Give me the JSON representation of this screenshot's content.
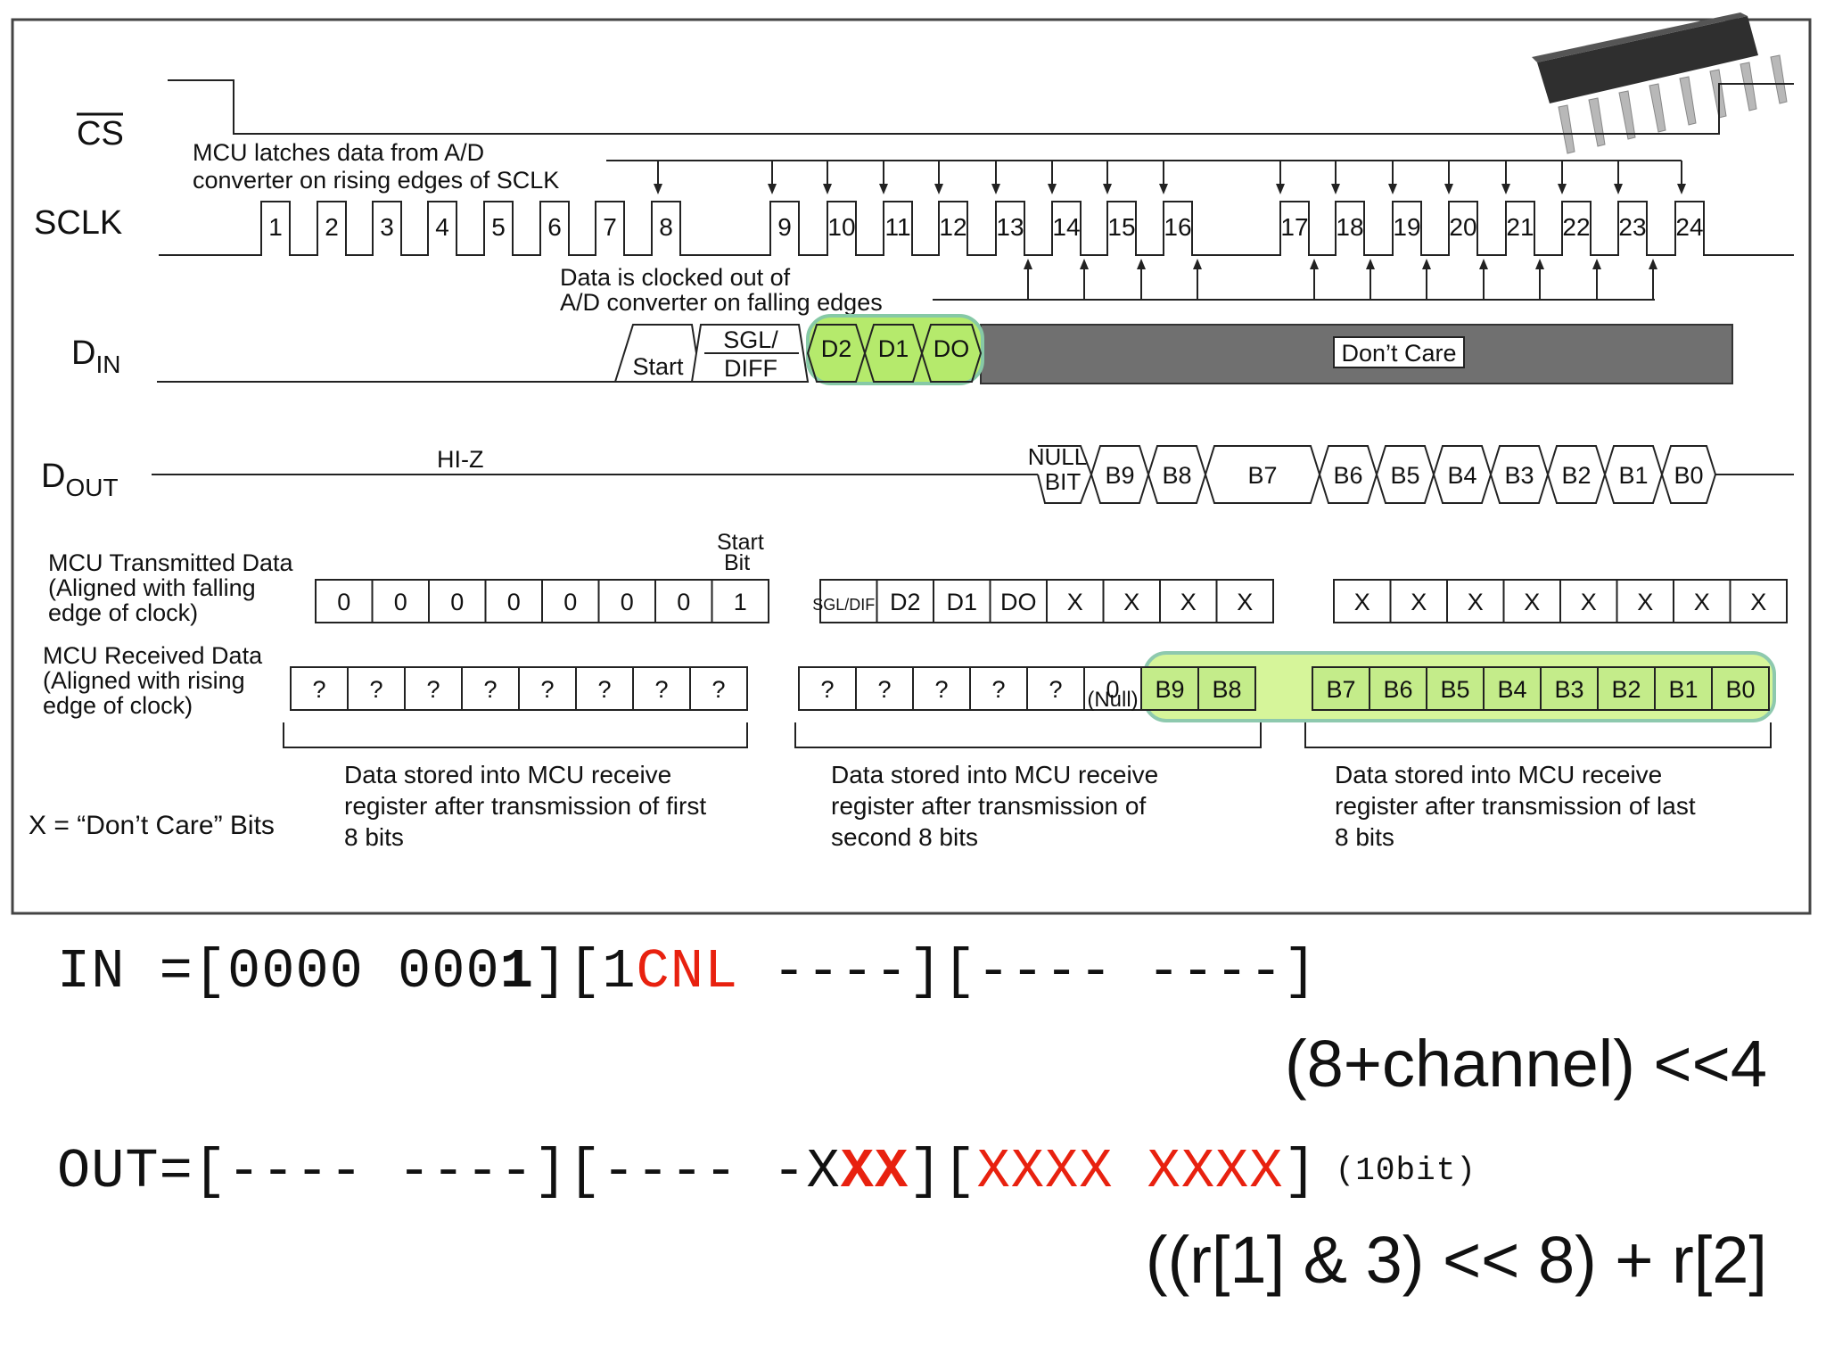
{
  "signals": {
    "cs": "CS",
    "sclk": "SCLK",
    "din": {
      "base": "D",
      "sub": "IN"
    },
    "dout": {
      "base": "D",
      "sub": "OUT"
    }
  },
  "annotations": {
    "latch_line1": "MCU latches data from A/D",
    "latch_line2": "converter on rising edges of SCLK",
    "clocked_line1": "Data is clocked out of",
    "clocked_line2": "A/D converter on falling edges",
    "hiz": "HI-Z",
    "start_bit_line1": "Start",
    "start_bit_line2": "Bit",
    "dont_care_legend": "X = “Don’t Care” Bits"
  },
  "clock_numbers": [
    "1",
    "2",
    "3",
    "4",
    "5",
    "6",
    "7",
    "8",
    "9",
    "10",
    "11",
    "12",
    "13",
    "14",
    "15",
    "16",
    "17",
    "18",
    "19",
    "20",
    "21",
    "22",
    "23",
    "24"
  ],
  "din_cells": {
    "start": "Start",
    "sgl_line1": "SGL/",
    "sgl_line2": "DIFF",
    "d2": "D2",
    "d1": "D1",
    "d0": "DO",
    "dont_care": "Don’t Care"
  },
  "dout_cells": {
    "null_line1": "NULL",
    "null_line2": "BIT",
    "bits": [
      "B9",
      "B8",
      "B7",
      "B6",
      "B5",
      "B4",
      "B3",
      "B2",
      "B1",
      "B0"
    ]
  },
  "mcu_tx": {
    "label": [
      "MCU Transmitted Data",
      "(Aligned with falling",
      "edge of clock)"
    ],
    "group1": [
      "0",
      "0",
      "0",
      "0",
      "0",
      "0",
      "0",
      "1"
    ],
    "group2": [
      "SGL/DIFF",
      "D2",
      "D1",
      "DO",
      "X",
      "X",
      "X",
      "X"
    ],
    "group3": [
      "X",
      "X",
      "X",
      "X",
      "X",
      "X",
      "X",
      "X"
    ]
  },
  "mcu_rx": {
    "label": [
      "MCU Received Data",
      "(Aligned with rising",
      "edge of clock)"
    ],
    "group1": [
      "?",
      "?",
      "?",
      "?",
      "?",
      "?",
      "?",
      "?"
    ],
    "group2": [
      "?",
      "?",
      "?",
      "?",
      "?",
      "0",
      "B9",
      "B8"
    ],
    "null_note": "(Null)",
    "group3": [
      "B7",
      "B6",
      "B5",
      "B4",
      "B3",
      "B2",
      "B1",
      "B0"
    ]
  },
  "captions": [
    [
      "Data stored into MCU receive",
      "register after transmission of first",
      "8 bits"
    ],
    [
      "Data stored into MCU receive",
      "register after transmission of",
      "second 8 bits"
    ],
    [
      "Data stored into MCU receive",
      "register after transmission of last",
      "8 bits"
    ]
  ],
  "in_line": {
    "prefix": "IN =[0000 000",
    "bold1": "1",
    "mid": "][1",
    "red": "CNL",
    "suffix": " ----][---- ----]"
  },
  "in_expr": "(8+channel) <<4",
  "out_line": {
    "prefix": "OUT=[---- ----][---- -X",
    "bold_red": "XX",
    "mid": "][",
    "red": "XXXX XXXX",
    "suffix": "]",
    "note": "(10bit)"
  },
  "out_expr": "((r[1] & 3) << 8) + r[2]",
  "colors": {
    "highlight": "#b5ea6c",
    "highlight_border": "#7fb8a0",
    "dont_care_fill": "#707070",
    "accent_red": "#e8210f",
    "cell_green": "#c4ec8a"
  }
}
